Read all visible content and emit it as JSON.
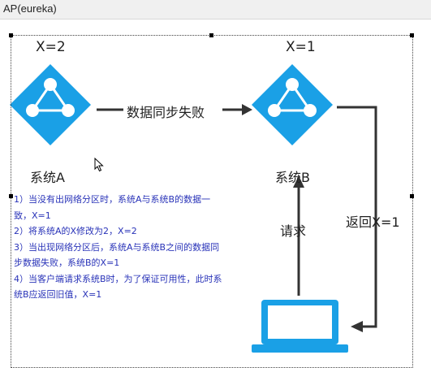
{
  "window": {
    "title": "AP(eureka)"
  },
  "diagram": {
    "node_a": {
      "value_label": "X=2",
      "name": "系统A"
    },
    "node_b": {
      "value_label": "X=1",
      "name": "系统B"
    },
    "edges": {
      "sync": "数据同步失败",
      "request": "请求",
      "response": "返回X=1"
    },
    "colors": {
      "diamond": "#1aa0e6",
      "arrow": "#333333",
      "note_text": "#2933b8",
      "laptop": "#1aa0e6"
    }
  },
  "notes": [
    "1）当没有出网络分区时，系统A与系统B的数据一",
    "致，X=1",
    "2）将系统A的X修改为2，X=2",
    "3）当出现网络分区后，系统A与系统B之间的数据同",
    "步数据失败，系统B的X=1",
    "4）当客户端请求系统B时，为了保证可用性，此时系",
    "统B应返回旧值，X=1"
  ]
}
